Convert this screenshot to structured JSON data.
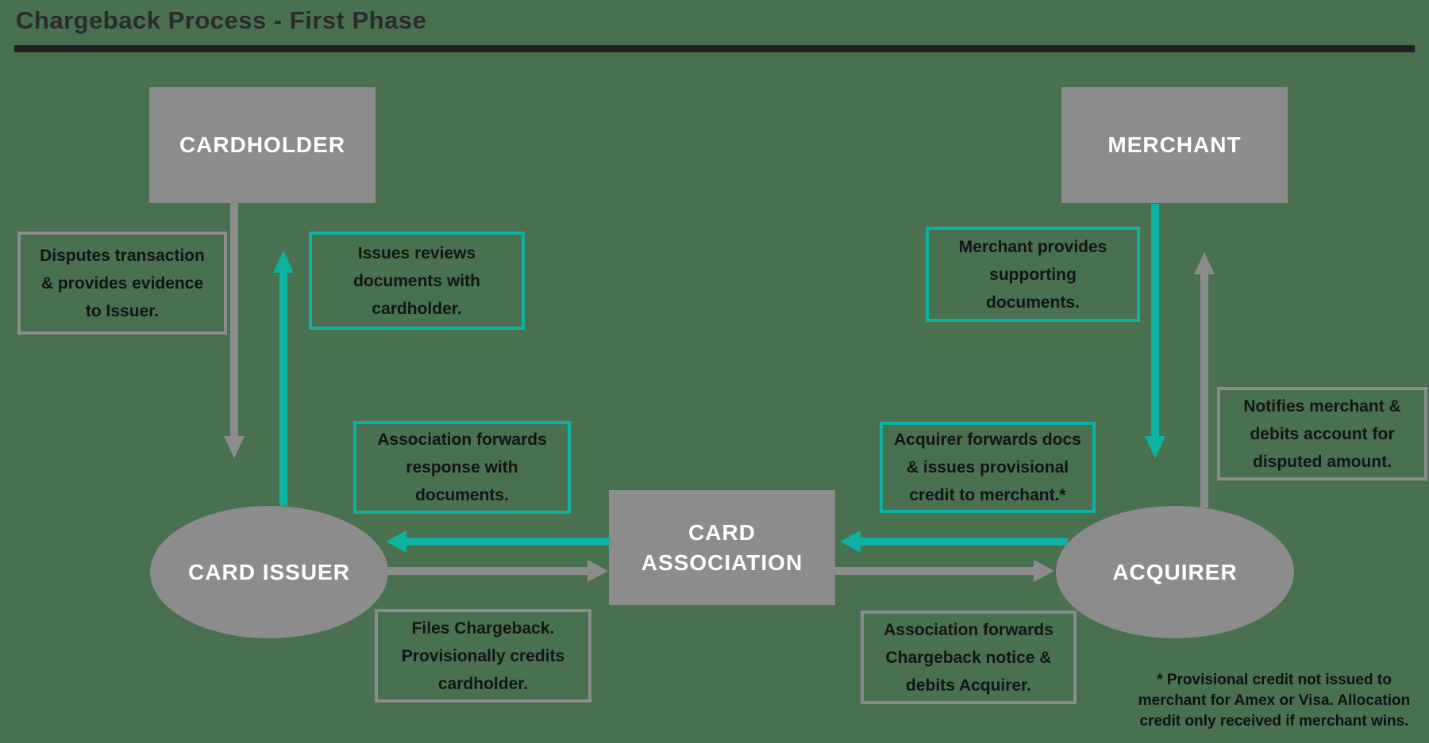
{
  "title": "Chargeback Process - First Phase",
  "colors": {
    "background": "#49714F",
    "gray": "#8C8C8C",
    "teal": "#0CB2A2",
    "rule": "#231F20",
    "node_text": "#FFFFFF",
    "label_text": "#141414"
  },
  "nodes": {
    "cardholder": {
      "label": "CARDHOLDER"
    },
    "merchant": {
      "label": "MERCHANT"
    },
    "card_issuer": {
      "label": "CARD ISSUER"
    },
    "card_association": {
      "label": "CARD\nASSOCIATION"
    },
    "acquirer": {
      "label": "ACQUIRER"
    }
  },
  "labels": {
    "disputes": "Disputes transaction\n& provides evidence\nto Issuer.",
    "issues_reviews": "Issues reviews\ndocuments with\ncardholder.",
    "merchant_provides": "Merchant provides\nsupporting\ndocuments.",
    "notifies": "Notifies merchant &\ndebits account for\ndisputed amount.",
    "association_response": "Association forwards\nresponse with\ndocuments.",
    "acquirer_forwards": "Acquirer forwards docs\n& issues provisional\ncredit to merchant.*",
    "files_chargeback": "Files Chargeback.\nProvisionally credits\ncardholder.",
    "association_chargeback": "Association forwards\nChargeback notice &\ndebits Acquirer."
  },
  "footnote": "* Provisional credit not issued to\nmerchant for Amex or Visa. Allocation\ncredit only received if merchant wins."
}
